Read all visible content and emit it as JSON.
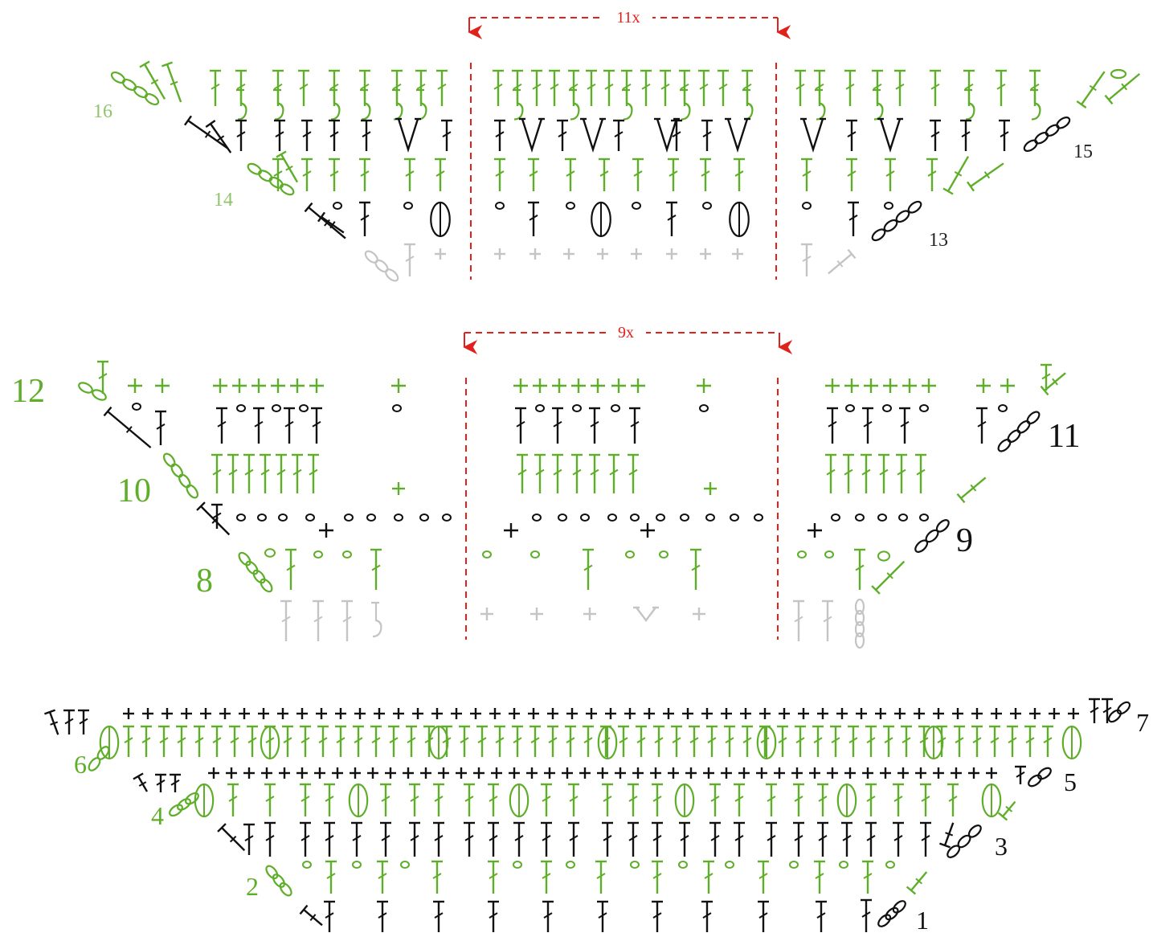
{
  "colors": {
    "green": "#5fae2a",
    "black": "#111111",
    "grey": "#c4c4c4",
    "repeat": "#e0211c"
  },
  "repeats": [
    "11x",
    "9x"
  ],
  "row_numbers": [
    "1",
    "2",
    "3",
    "4",
    "5",
    "6",
    "7",
    "8",
    "9",
    "10",
    "11",
    "12",
    "13",
    "14",
    "15",
    "16"
  ],
  "symbols": [
    "chain",
    "single-crochet",
    "double-crochet",
    "treble-crochet",
    "dc-two-together",
    "puff-stitch",
    "slip-loop",
    "sc-increase"
  ]
}
